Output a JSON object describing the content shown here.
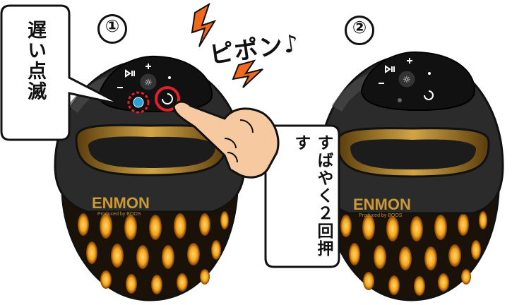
{
  "steps": {
    "step1": "①",
    "step2": "②"
  },
  "callouts": {
    "slow_blink": "遅い点滅",
    "press_twice": "すばやく２回押す"
  },
  "sound_effect": "ピポン♪",
  "speaker": {
    "brand": "ENMON",
    "produced_by": "Produced by BOOS",
    "buttons": [
      "plus-icon",
      "play-pause-icon",
      "minus-icon",
      "light-icon",
      "power-icon",
      "mode-icon"
    ]
  },
  "colors": {
    "lightning": "#f06a1e",
    "glow": "#f2a51e",
    "body": "#2a2a2a",
    "indicator": "#2a9fd8",
    "highlight": "#e0202a"
  }
}
